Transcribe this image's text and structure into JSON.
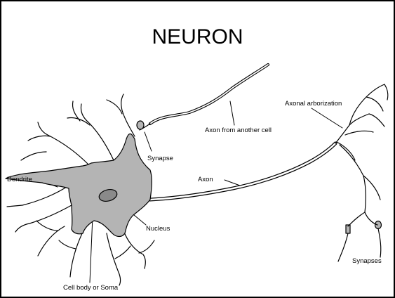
{
  "title": "NEURON",
  "labels": {
    "dendrite": "Dendrite",
    "synapse": "Synapse",
    "axon_from_another_cell": "Axon from another cell",
    "axon": "Axon",
    "axonal_arborization": "Axonal arborization",
    "nucleus": "Nucleus",
    "synapses": "Synapses",
    "cell_body": "Cell body or Soma"
  },
  "colors": {
    "soma_fill": "#b4b4b4",
    "nucleus_fill": "#8a8a8a",
    "line": "#000000",
    "background": "#ffffff"
  }
}
